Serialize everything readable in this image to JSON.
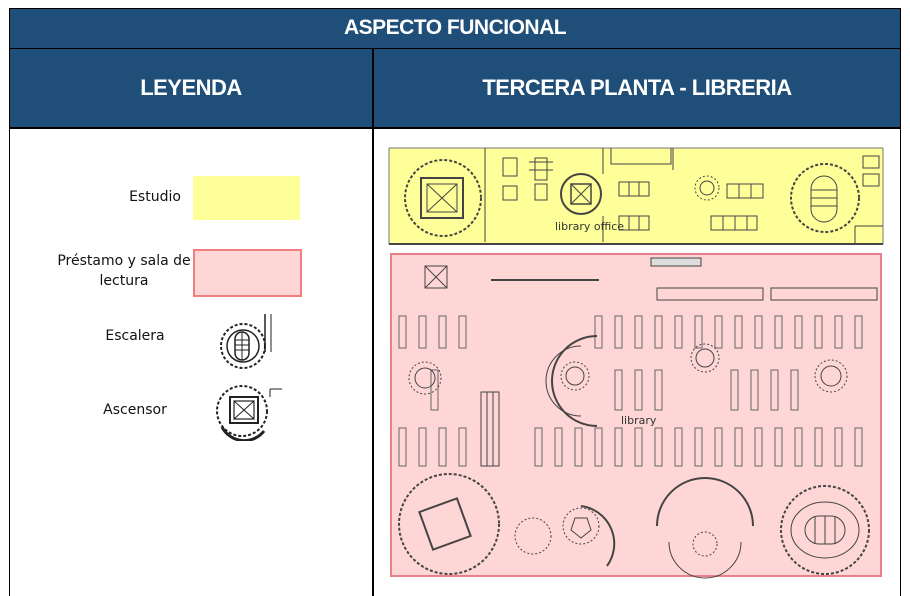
{
  "header": {
    "title": "ASPECTO FUNCIONAL",
    "left_column": "LEYENDA",
    "right_column": "TERCERA PLANTA - LIBRERIA"
  },
  "legend": {
    "items": [
      {
        "label": "Estudio",
        "color": "#ffff99"
      },
      {
        "label": "Préstamo y sala de lectura",
        "color": "#ffd6d6",
        "border": "#f08080"
      },
      {
        "label": "Escalera",
        "icon": "stair-icon"
      },
      {
        "label": "Ascensor",
        "icon": "elevator-icon"
      }
    ]
  },
  "plan": {
    "office_label": "library office",
    "library_label": "library",
    "zone_colors": {
      "study": "#ffff99",
      "reading": "#ffd6d6",
      "reading_border": "#e8808a"
    }
  }
}
